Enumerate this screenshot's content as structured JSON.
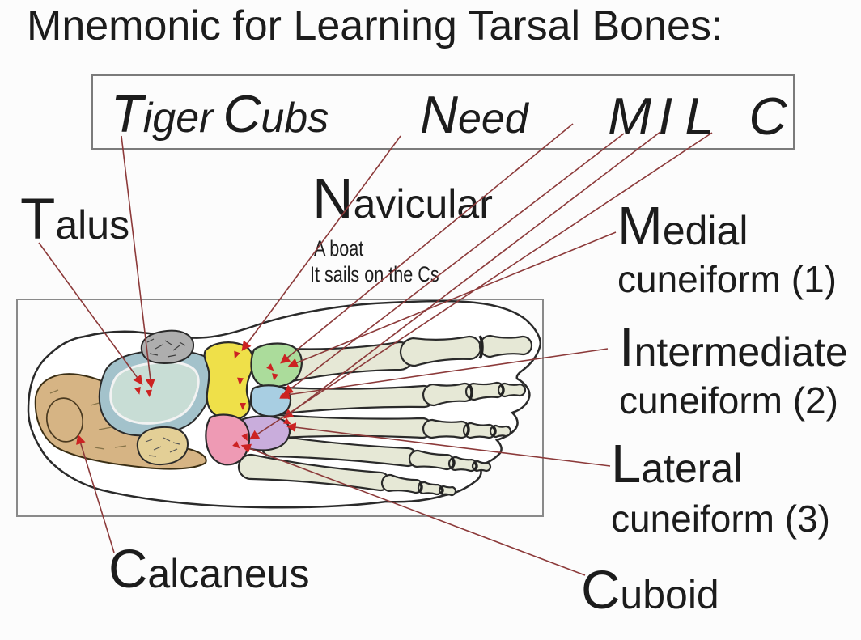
{
  "title": "Mnemonic for Learning Tarsal Bones:",
  "mnemonic": {
    "tiger_cap": "T",
    "tiger_rest": "iger",
    "cubs_cap": "C",
    "cubs_rest": "ubs",
    "need_cap": "N",
    "need_rest": "eed",
    "milc_m": "M",
    "milc_i": "I",
    "milc_l": "L",
    "milc_c": "C"
  },
  "labels": {
    "talus": {
      "cap": "T",
      "rest": "alus"
    },
    "navicular": {
      "cap": "N",
      "rest": "avicular",
      "note1": "A boat",
      "note2": "It sails on the Cs"
    },
    "medial": {
      "cap": "M",
      "rest": "edial",
      "line2": "cuneiform (1)"
    },
    "intermediate": {
      "cap": "I",
      "rest": "ntermediate",
      "line2": "cuneiform (2)"
    },
    "lateral": {
      "cap": "L",
      "rest": "ateral",
      "line2": "cuneiform (3)"
    },
    "calcaneus": {
      "cap": "C",
      "rest": "alcaneus"
    },
    "cuboid": {
      "cap": "C",
      "rest": "uboid"
    }
  },
  "colors": {
    "talus": "#c8ddd5",
    "talus_ring": "#a3c2cb",
    "calcaneus": "#d6b484",
    "calcaneus_oval": "#e3cf96",
    "navicular": "#efe049",
    "medial_cuneiform": "#abdc9b",
    "intermediate_cuneiform": "#a8cee2",
    "lateral_cuneiform": "#c9addc",
    "cuboid": "#ee9ab4",
    "bone": "#e6e8d6",
    "gray_blob": "#aeaeae",
    "arrow_line": "#8c3a3a",
    "arrow_head": "#cc2222"
  }
}
